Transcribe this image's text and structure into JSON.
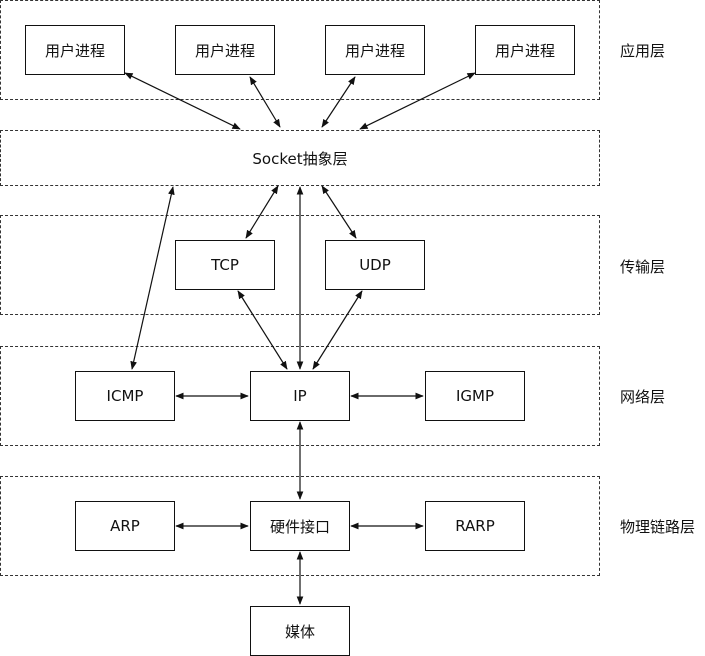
{
  "layers": {
    "application": "应用层",
    "transport": "传输层",
    "network": "网络层",
    "link": "物理链路层"
  },
  "socket_layer": "Socket抽象层",
  "user_processes": [
    "用户进程",
    "用户进程",
    "用户进程",
    "用户进程"
  ],
  "transport_boxes": {
    "tcp": "TCP",
    "udp": "UDP"
  },
  "network_boxes": {
    "icmp": "ICMP",
    "ip": "IP",
    "igmp": "IGMP"
  },
  "link_boxes": {
    "arp": "ARP",
    "hw": "硬件接口",
    "rarp": "RARP"
  },
  "media": "媒体",
  "colors": {
    "line": "#111111",
    "dashed_border": "#333333"
  }
}
